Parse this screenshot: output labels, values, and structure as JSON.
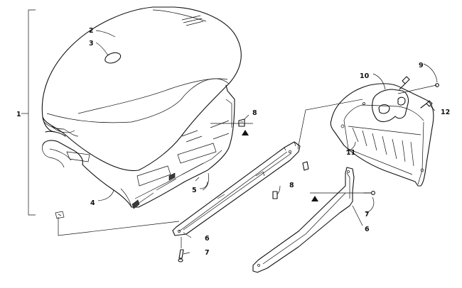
{
  "callouts": {
    "c1": "1",
    "c2": "2",
    "c3": "3",
    "c4": "4",
    "c5": "5",
    "c6a": "6",
    "c6b": "6",
    "c7a": "7",
    "c7b": "7",
    "c8a": "8",
    "c8b": "8",
    "c9": "9",
    "c10": "10",
    "c11": "11",
    "c12": "12"
  },
  "icons": {
    "direction_marker": "triangle-up-icon"
  }
}
